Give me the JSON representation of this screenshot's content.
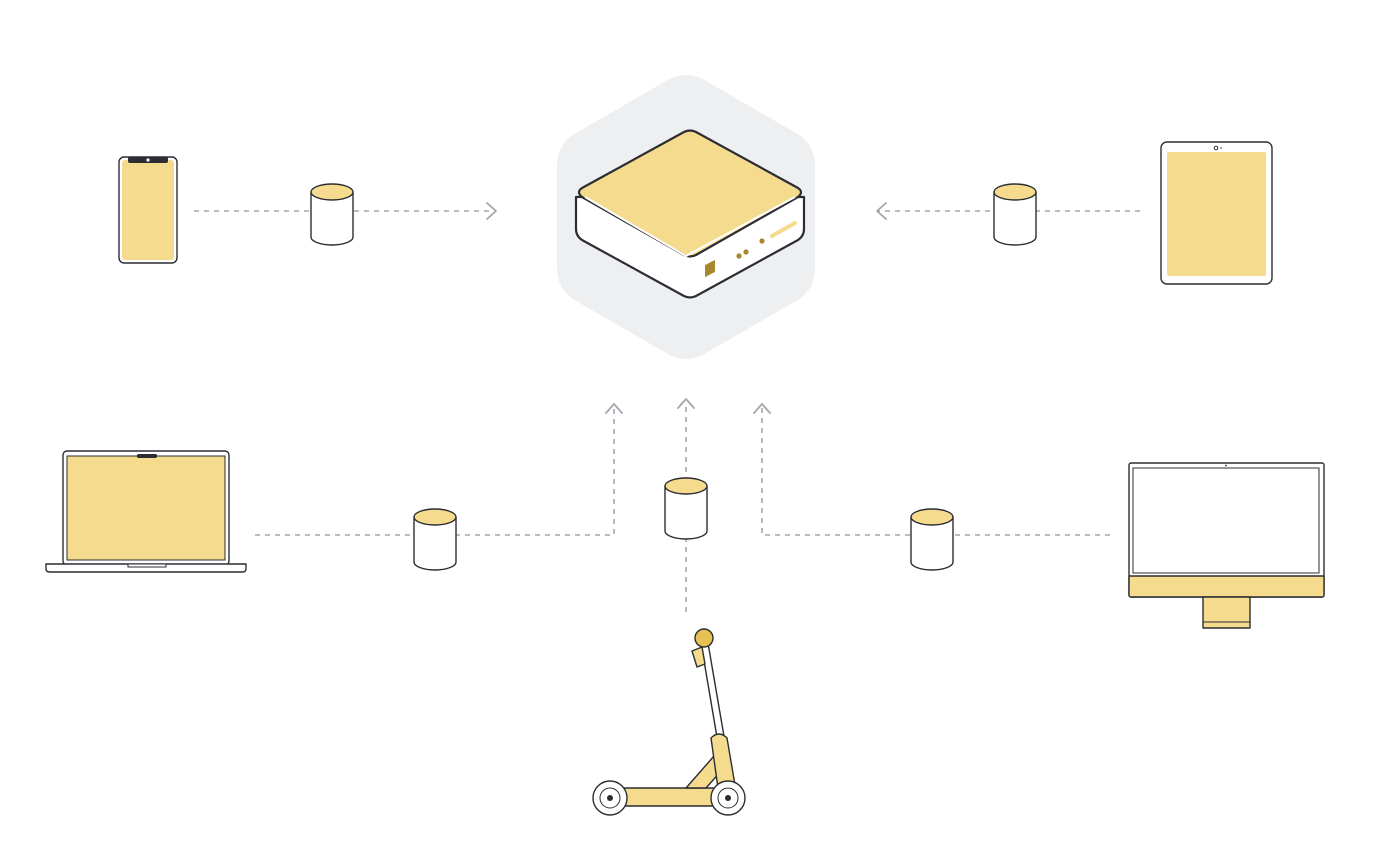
{
  "diagram": {
    "colors": {
      "accent_yellow": "#f5db8e",
      "accent_gold": "#e8c154",
      "accent_brown": "#a8872e",
      "outline": "#2b2d33",
      "hub_background": "#eeeff1",
      "connector": "#a3a6ad",
      "background": "#ffffff"
    },
    "nodes": [
      {
        "id": "hub",
        "icon": "router-hub-icon"
      },
      {
        "id": "phone",
        "icon": "smartphone-icon"
      },
      {
        "id": "tablet",
        "icon": "tablet-icon"
      },
      {
        "id": "laptop",
        "icon": "laptop-icon"
      },
      {
        "id": "desktop",
        "icon": "desktop-monitor-icon"
      },
      {
        "id": "scooter",
        "icon": "kick-scooter-icon"
      }
    ],
    "edges": [
      {
        "from": "phone",
        "to": "hub",
        "icon": "database-cylinder-icon"
      },
      {
        "from": "tablet",
        "to": "hub",
        "icon": "database-cylinder-icon"
      },
      {
        "from": "laptop",
        "to": "hub",
        "icon": "database-cylinder-icon"
      },
      {
        "from": "scooter",
        "to": "hub",
        "icon": "database-cylinder-icon"
      },
      {
        "from": "desktop",
        "to": "hub",
        "icon": "database-cylinder-icon"
      }
    ]
  }
}
